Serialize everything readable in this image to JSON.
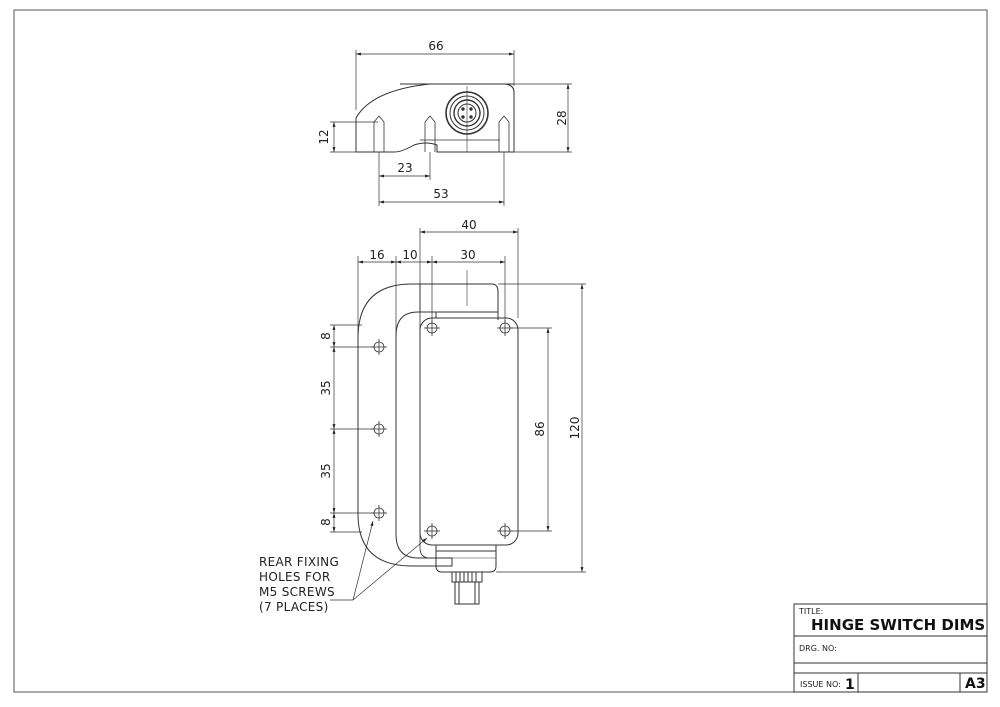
{
  "top_view": {
    "dims": {
      "overall_width": "66",
      "height": "28",
      "fixing_height": "12",
      "hole_spacing": "23",
      "hole_span": "53"
    }
  },
  "front_view": {
    "dims": {
      "body_width": "40",
      "offset_16": "16",
      "offset_10": "10",
      "hole_pitch_30": "30",
      "overall_height": "120",
      "hole_height": "86",
      "edge_top": "8",
      "pitch_upper": "35",
      "pitch_lower": "35",
      "edge_bottom": "8"
    },
    "note": {
      "lines": [
        "REAR FIXING",
        "HOLES FOR",
        "M5 SCREWS",
        "(7 PLACES)"
      ]
    }
  },
  "title_block": {
    "title_label": "TITLE:",
    "title": "HINGE SWITCH DIMS",
    "drawing_no_label": "DRG. NO:",
    "drawing_no": "",
    "issue_label": "ISSUE NO:",
    "issue_no": "1",
    "sheet_size": "A3"
  }
}
